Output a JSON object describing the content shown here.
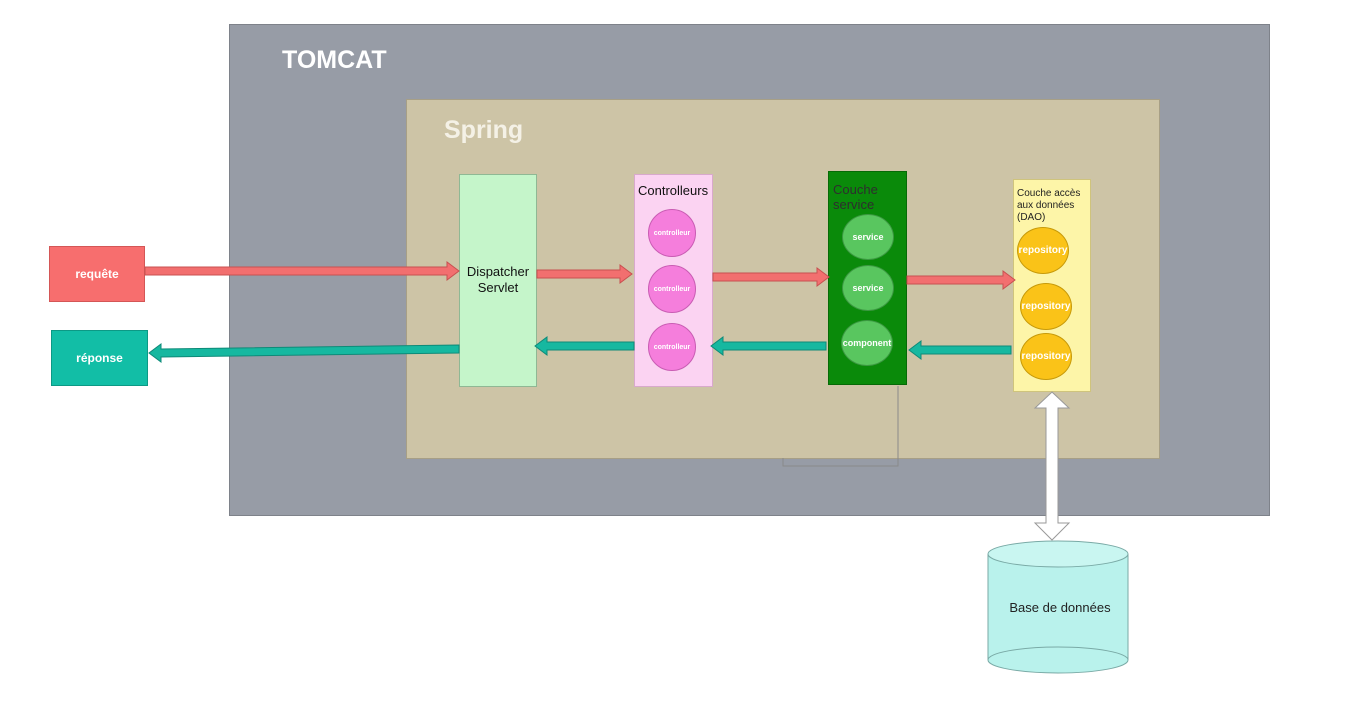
{
  "tomcat": {
    "title": "TOMCAT"
  },
  "spring": {
    "title": "Spring"
  },
  "request": {
    "label": "requête",
    "color": "#f76e6e"
  },
  "response": {
    "label": "réponse",
    "color": "#12bea6"
  },
  "dispatcher": {
    "label_line1": "Dispatcher",
    "label_line2": "Servlet"
  },
  "controllers": {
    "title": "Controlleurs",
    "items": [
      "controlleur",
      "controlleur",
      "controlleur"
    ]
  },
  "service_layer": {
    "title": "Couche service",
    "items": [
      "service",
      "service",
      "component"
    ]
  },
  "dao_layer": {
    "title": "Couche accès aux données (DAO)",
    "items": [
      "repository",
      "repository",
      "repository"
    ]
  },
  "database": {
    "label": "Base de données"
  }
}
